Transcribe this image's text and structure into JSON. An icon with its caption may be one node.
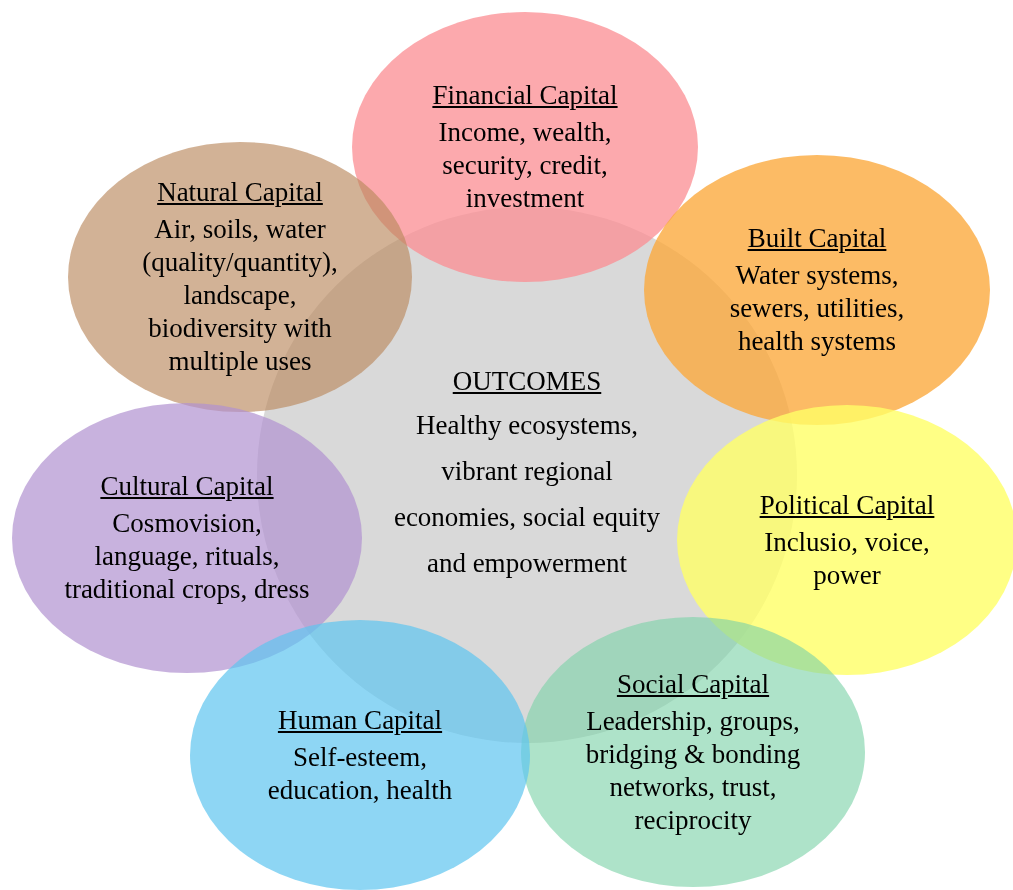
{
  "diagram": {
    "nodes": [
      {
        "text": [
          "Financial Capital",
          "Income, wealth, security, credit, investment"
        ]
      },
      {
        "text": [
          "Natural Capital",
          "Air, soils, water (quality/quantity), landscape, biodiversity with multiple uses"
        ]
      },
      {
        "text": [
          "Built Capital",
          "Water systems, sewers, utilities, health systems"
        ]
      },
      {
        "text": [
          "OUTCOMES",
          "Healthy ecosystems, vibrant regional economies, social equity and empowerment"
        ]
      },
      {
        "text": [
          "Cultural Capital",
          "Cosmovision, language, rituals, traditional crops, dress"
        ]
      },
      {
        "text": [
          "Political Capital",
          "Inclusio, voice, power"
        ]
      },
      {
        "text": [
          "Social Capital",
          "Leadership, groups, bridging & bonding networks, trust, reciprocity"
        ]
      },
      {
        "text": [
          "Human Capital",
          "Self-esteem, education, health"
        ]
      }
    ]
  }
}
